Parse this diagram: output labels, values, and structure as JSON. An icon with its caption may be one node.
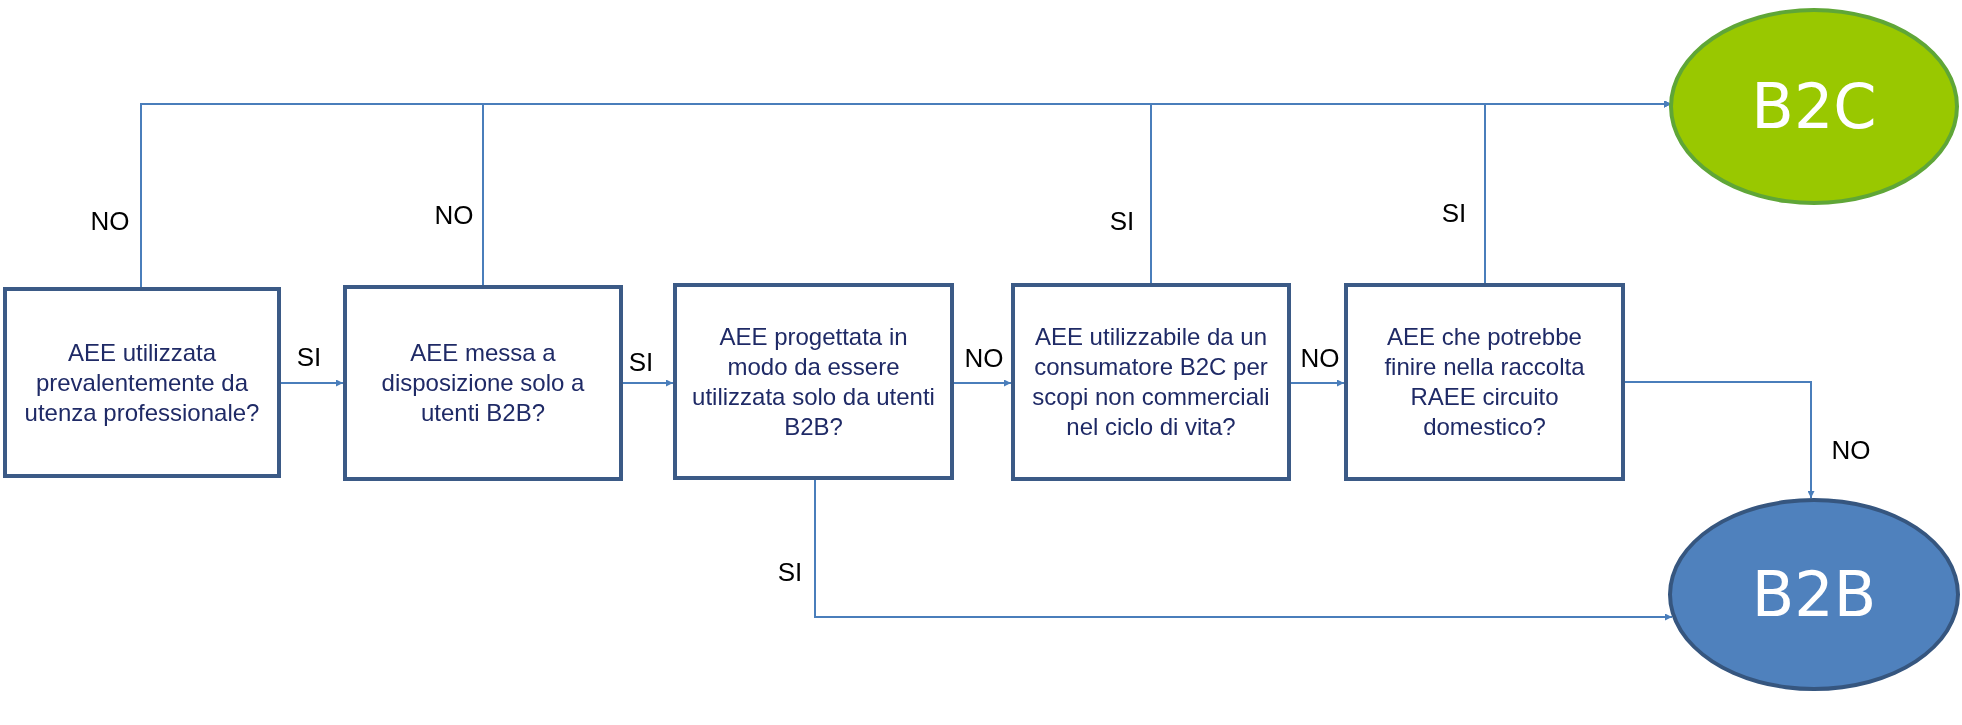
{
  "diagram": {
    "nodes": [
      {
        "text": [
          "AEE utilizzata prevalentemente da utenza professionale?"
        ]
      },
      {
        "text": [
          "AEE messa a disposizione solo a utenti B2B?"
        ]
      },
      {
        "text": [
          "AEE progettata in modo da essere utilizzata solo da utenti B2B?"
        ]
      },
      {
        "text": [
          "AEE utilizzabile da un consumatore B2C per scopi non commerciali nel ciclo di vita?"
        ]
      },
      {
        "text": [
          "AEE che potrebbe finire nella raccolta RAEE circuito domestico?"
        ]
      },
      {
        "text": [
          "B2C"
        ]
      },
      {
        "text": [
          "B2B"
        ]
      }
    ],
    "edges": [
      {
        "from": 0,
        "to": 5,
        "arrow": "to",
        "label": "NO"
      },
      {
        "from": 1,
        "to": 5,
        "arrow": "to",
        "label": "NO"
      },
      {
        "from": 3,
        "to": 5,
        "arrow": "to",
        "label": "SI"
      },
      {
        "from": 4,
        "to": 5,
        "arrow": "to",
        "label": "SI"
      },
      {
        "from": 0,
        "to": 1,
        "arrow": "to",
        "label": "SI"
      },
      {
        "from": 1,
        "to": 2,
        "arrow": "to",
        "label": "SI"
      },
      {
        "from": 2,
        "to": 3,
        "arrow": "to",
        "label": "NO"
      },
      {
        "from": 3,
        "to": 4,
        "arrow": "to",
        "label": "NO"
      },
      {
        "from": 4,
        "to": 6,
        "arrow": "to",
        "label": "NO"
      },
      {
        "from": 2,
        "to": 6,
        "arrow": "to",
        "label": "SI"
      }
    ]
  }
}
